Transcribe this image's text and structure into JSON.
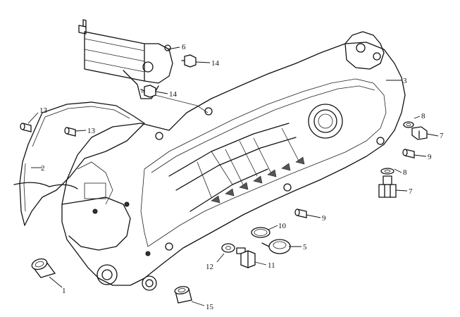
{
  "callouts": [
    {
      "id": "c1",
      "text": "1"
    },
    {
      "id": "c2",
      "text": "2"
    },
    {
      "id": "c3",
      "text": "3"
    },
    {
      "id": "c5",
      "text": "5"
    },
    {
      "id": "c6",
      "text": "6"
    },
    {
      "id": "c7a",
      "text": "7"
    },
    {
      "id": "c7b",
      "text": "7"
    },
    {
      "id": "c8a",
      "text": "8"
    },
    {
      "id": "c8b",
      "text": "8"
    },
    {
      "id": "c9a",
      "text": "9"
    },
    {
      "id": "c9b",
      "text": "9"
    },
    {
      "id": "c10",
      "text": "10"
    },
    {
      "id": "c11",
      "text": "11"
    },
    {
      "id": "c12",
      "text": "12"
    },
    {
      "id": "c13a",
      "text": "13"
    },
    {
      "id": "c13b",
      "text": "13"
    },
    {
      "id": "c14a",
      "text": "14"
    },
    {
      "id": "c14b",
      "text": "14"
    },
    {
      "id": "c15",
      "text": "15"
    }
  ]
}
